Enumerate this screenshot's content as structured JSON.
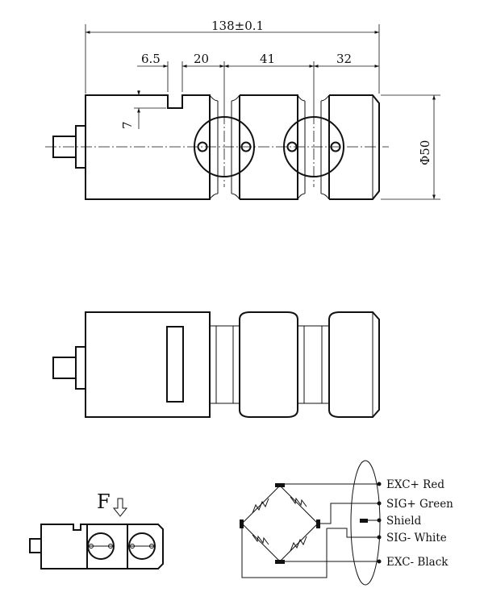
{
  "dimensions": {
    "overall_length": "138±0.1",
    "slot_width": "6.5",
    "segment_a": "20",
    "segment_b": "41",
    "segment_c": "32",
    "slot_depth": "7",
    "diameter": "Φ50"
  },
  "force": {
    "label": "F"
  },
  "wiring": {
    "terminals": [
      {
        "label": "EXC+ Red",
        "color": "#cc0000"
      },
      {
        "label": "SIG+ Green",
        "color": "#1e8a1e"
      },
      {
        "label": "Shield",
        "color": "#777777"
      },
      {
        "label": "SIG- White",
        "color": "#ffffff"
      },
      {
        "label": "EXC- Black",
        "color": "#000000"
      }
    ]
  }
}
